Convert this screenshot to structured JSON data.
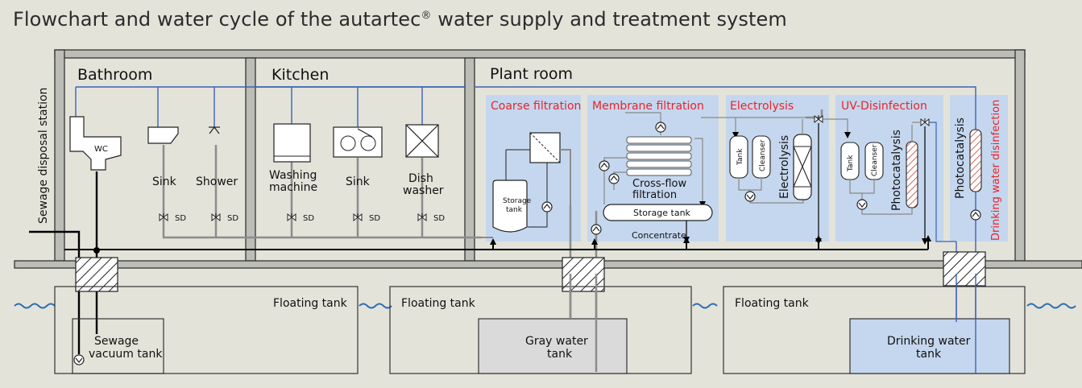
{
  "title": "Flowchart and water cycle of the autartec",
  "title_mark": "®",
  "title_rest": " water supply and treatment system",
  "labels": {
    "sewage_station": "Sewage disposal station",
    "bathroom": "Bathroom",
    "kitchen": "Kitchen",
    "plant_room": "Plant room",
    "wc": "WC",
    "sink": "Sink",
    "shower": "Shower",
    "washing_1": "Washing",
    "washing_2": "machine",
    "sink_kitchen": "Sink",
    "dish_1": "Dish",
    "dish_2": "washer",
    "sd": "SD",
    "coarse": "Coarse filtration",
    "membrane": "Membrane filtration",
    "electrolysis_title": "Electrolysis",
    "uv": "UV-Disinfection",
    "storage_1": "Storage",
    "storage_2": "tank",
    "crossflow_1": "Cross-flow",
    "crossflow_2": "filtration",
    "storage_tank": "Storage tank",
    "concentrate": "Concentrate",
    "tank": "Tank",
    "cleanser": "Cleanser",
    "electrolysis_vert": "Electrolysis",
    "photocatalysis_uv": "Photocatalysis",
    "photocatalysis": "Photocatalysis",
    "drinking_disinfection": "Drinking water disinfection",
    "floating_tank": "Floating tank",
    "sewage_tank_1": "Sewage",
    "sewage_tank_2": "vacuum tank",
    "gray_1": "Gray water",
    "gray_2": "tank",
    "drinking_1": "Drinking water",
    "drinking_2": "tank"
  },
  "colors": {
    "background": "#e4e3da",
    "blue_zone": "#c5d7ee",
    "pipe_blue": "#3a63b8",
    "wall_gray": "#bdbdb7",
    "red_label": "#e8242b",
    "water_wave": "#2e6bb5"
  }
}
